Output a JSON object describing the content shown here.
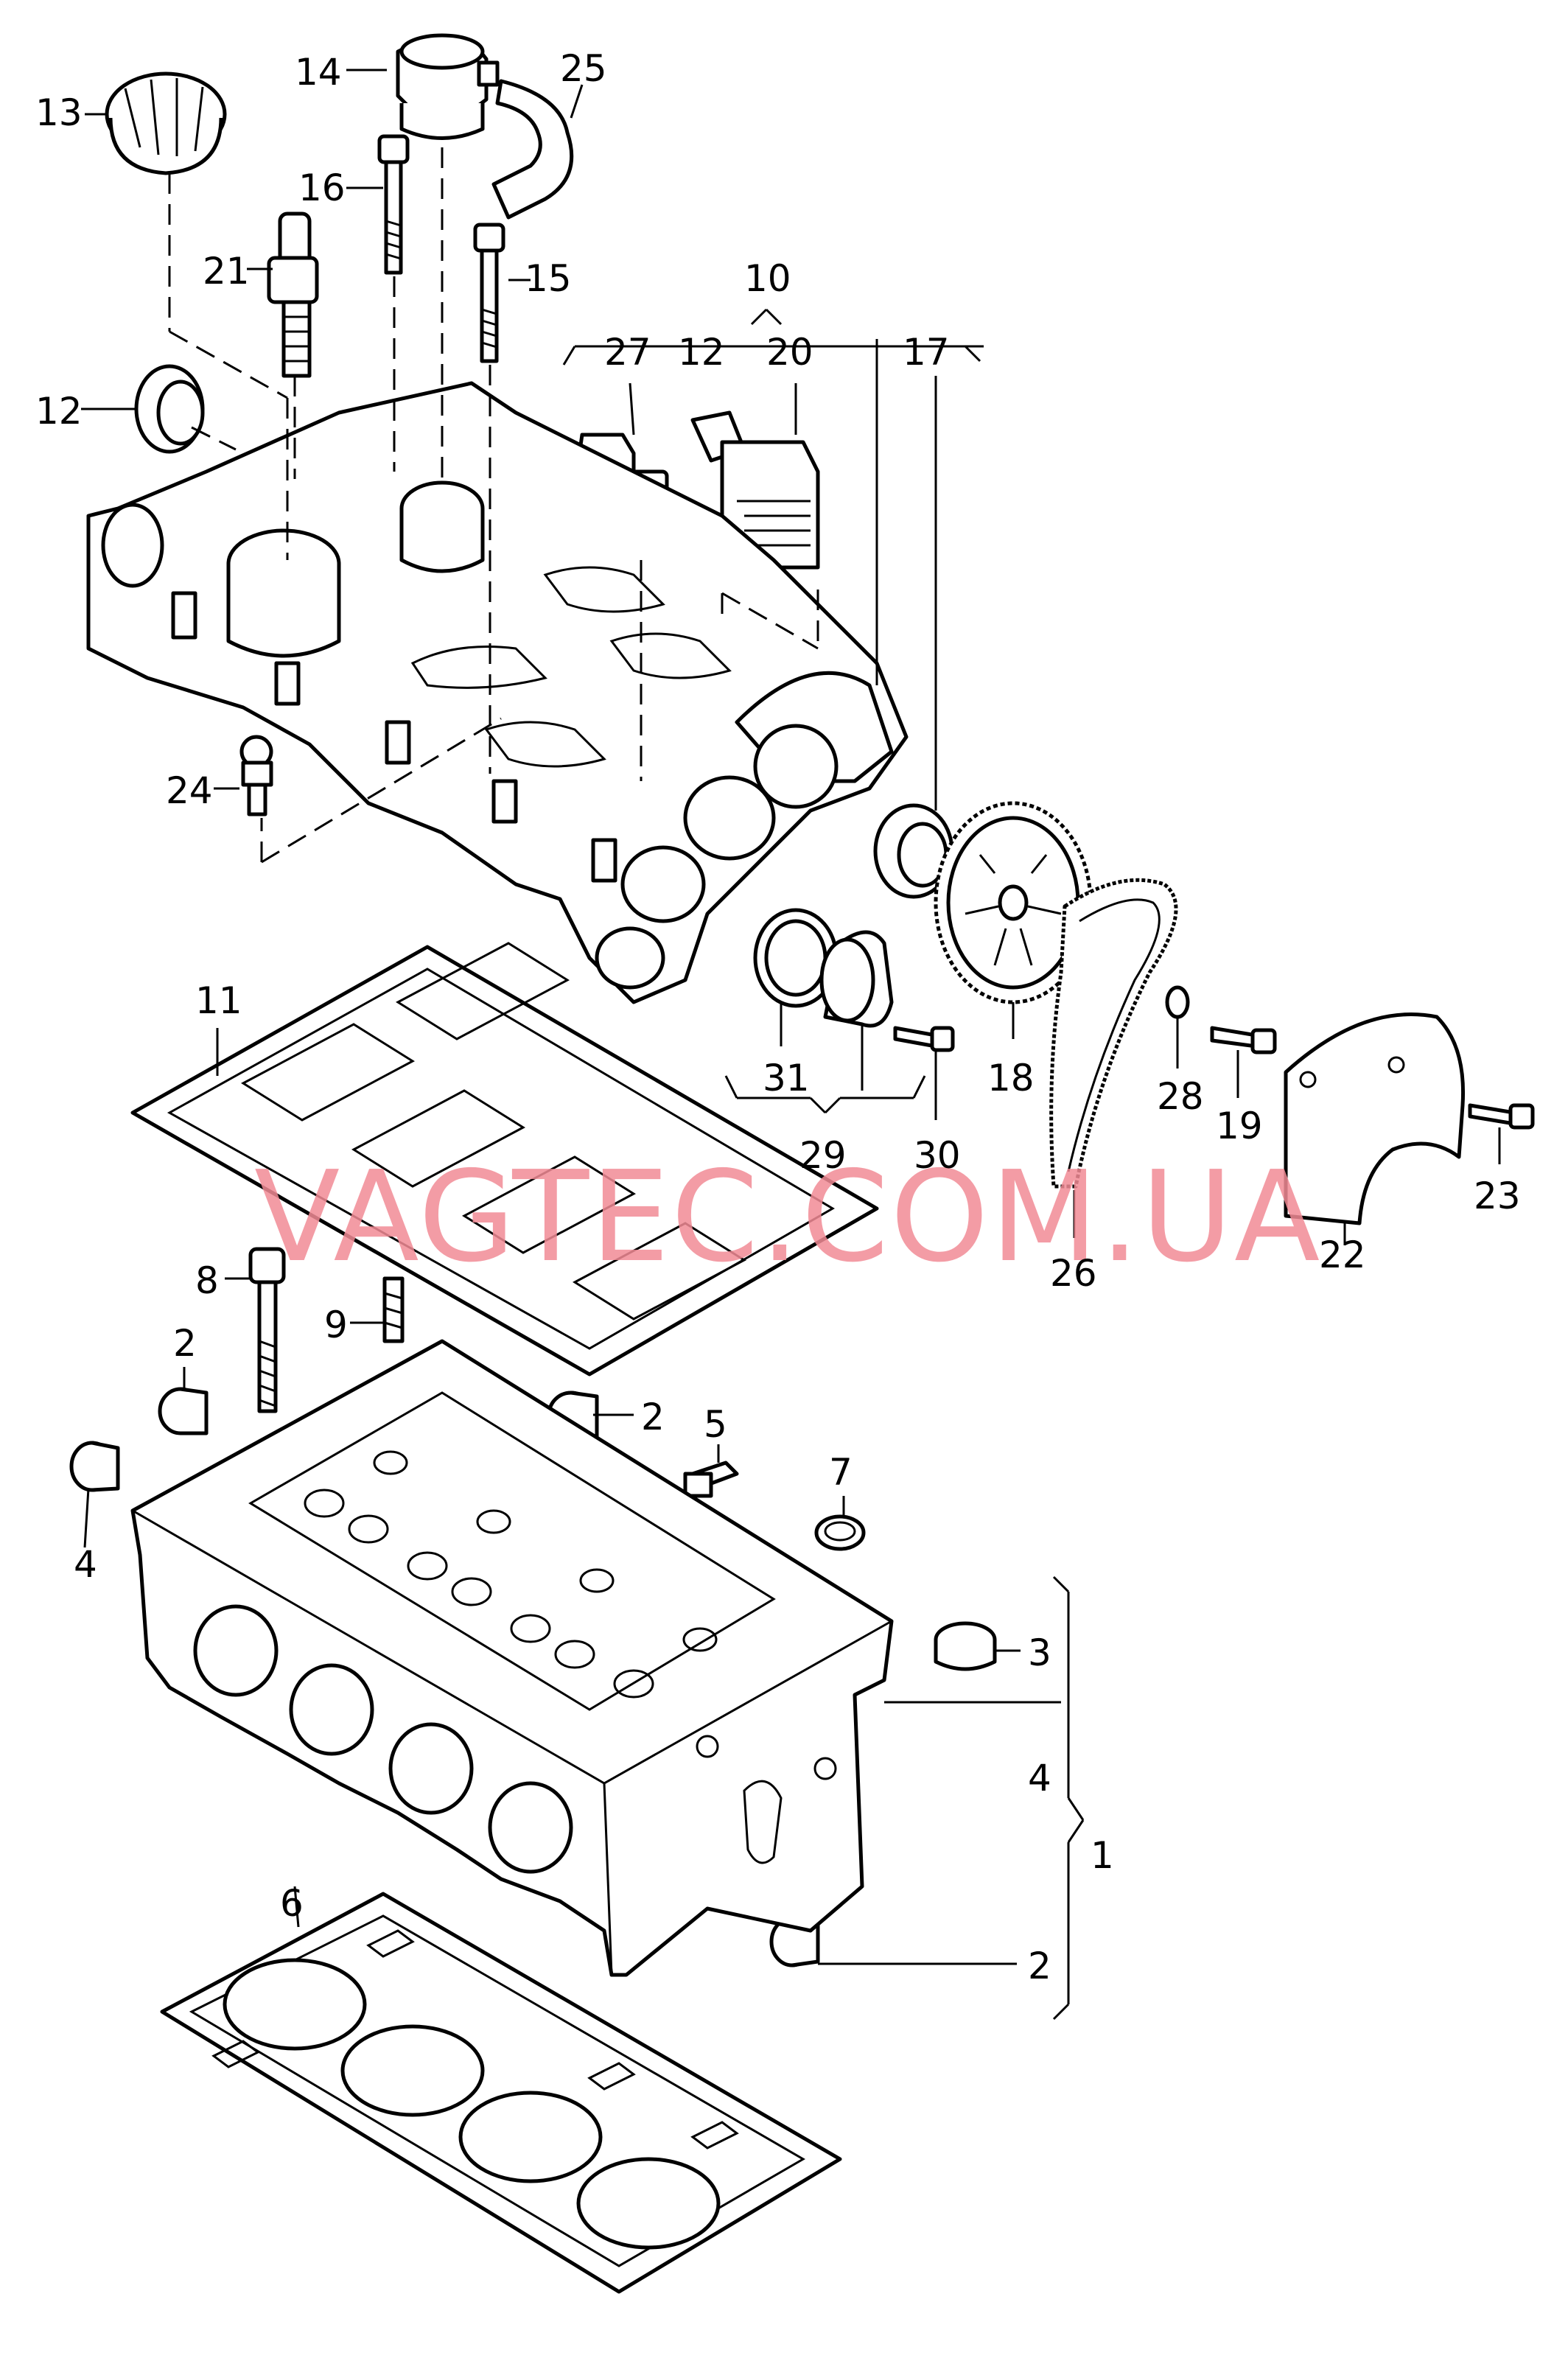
{
  "watermark": "VAGTEC.COM.UA",
  "callouts": {
    "c1": "1",
    "c2a": "2",
    "c2b": "2",
    "c2c": "2",
    "c3": "3",
    "c4a": "4",
    "c4b": "4",
    "c5": "5",
    "c6": "6",
    "c7": "7",
    "c8": "8",
    "c9": "9",
    "c10": "10",
    "c11": "11",
    "c12a": "12",
    "c12b": "12",
    "c13": "13",
    "c14": "14",
    "c15": "15",
    "c16": "16",
    "c17": "17",
    "c18": "18",
    "c19": "19",
    "c20": "20",
    "c21": "21",
    "c22": "22",
    "c23": "23",
    "c24": "24",
    "c25": "25",
    "c26": "26",
    "c27": "27",
    "c28": "28",
    "c29": "29",
    "c30": "30",
    "c31": "31"
  }
}
